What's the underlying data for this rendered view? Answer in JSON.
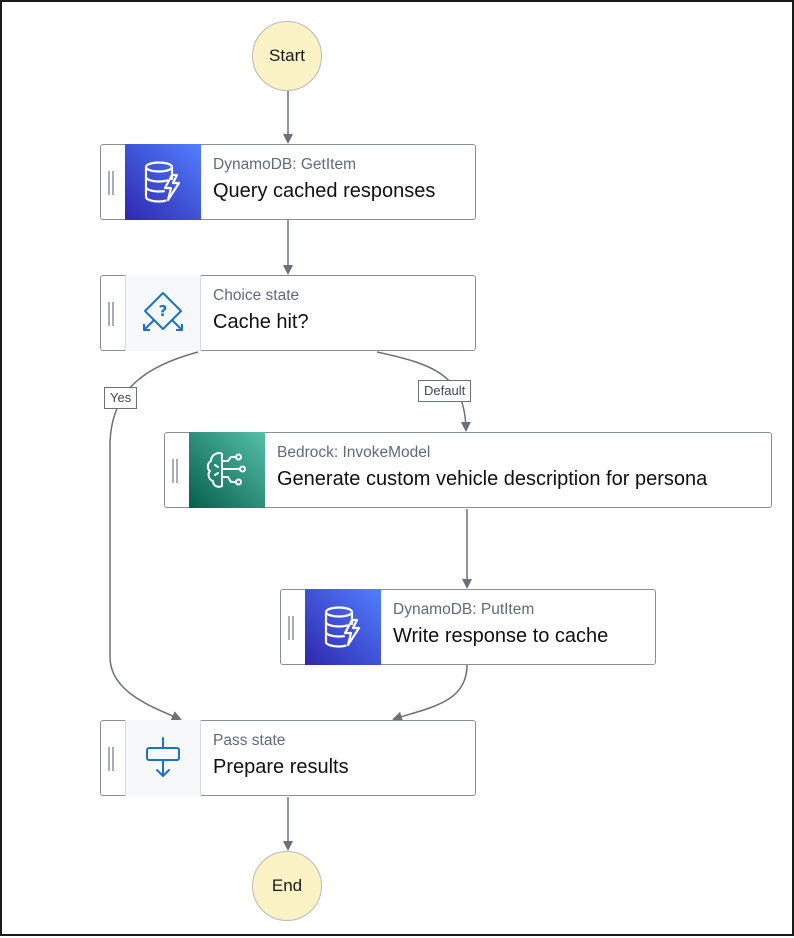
{
  "nodes": {
    "start": {
      "label": "Start"
    },
    "query_cache": {
      "type_label": "DynamoDB: GetItem",
      "name": "Query cached responses",
      "icon": "dynamodb-icon"
    },
    "cache_hit": {
      "type_label": "Choice state",
      "name": "Cache hit?",
      "icon": "choice-state-icon"
    },
    "generate": {
      "type_label": "Bedrock: InvokeModel",
      "name": "Generate custom vehicle description for persona",
      "icon": "bedrock-icon"
    },
    "write_cache": {
      "type_label": "DynamoDB: PutItem",
      "name": "Write response to cache",
      "icon": "dynamodb-icon"
    },
    "prepare": {
      "type_label": "Pass state",
      "name": "Prepare results",
      "icon": "pass-state-icon"
    },
    "end": {
      "label": "End"
    }
  },
  "edges": {
    "yes_label": "Yes",
    "default_label": "Default"
  },
  "colors": {
    "terminal_fill": "#fbf3c5",
    "dynamodb_tile": "#3b48cc",
    "bedrock_tile": "#1b8a6c",
    "flow_icon": "#1b72c7",
    "edge": "#6b717b"
  }
}
